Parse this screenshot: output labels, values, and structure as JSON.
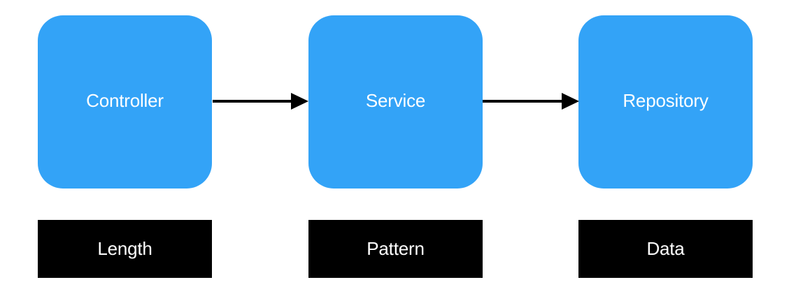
{
  "colors": {
    "node_fill": "#33a3f7",
    "label_fill": "#000000",
    "text": "#ffffff",
    "arrow": "#000000"
  },
  "nodes": [
    {
      "label": "Controller"
    },
    {
      "label": "Service"
    },
    {
      "label": "Repository"
    }
  ],
  "tags": [
    {
      "label": "Length"
    },
    {
      "label": "Pattern"
    },
    {
      "label": "Data"
    }
  ],
  "edges": [
    {
      "from": "Controller",
      "to": "Service"
    },
    {
      "from": "Service",
      "to": "Repository"
    }
  ]
}
